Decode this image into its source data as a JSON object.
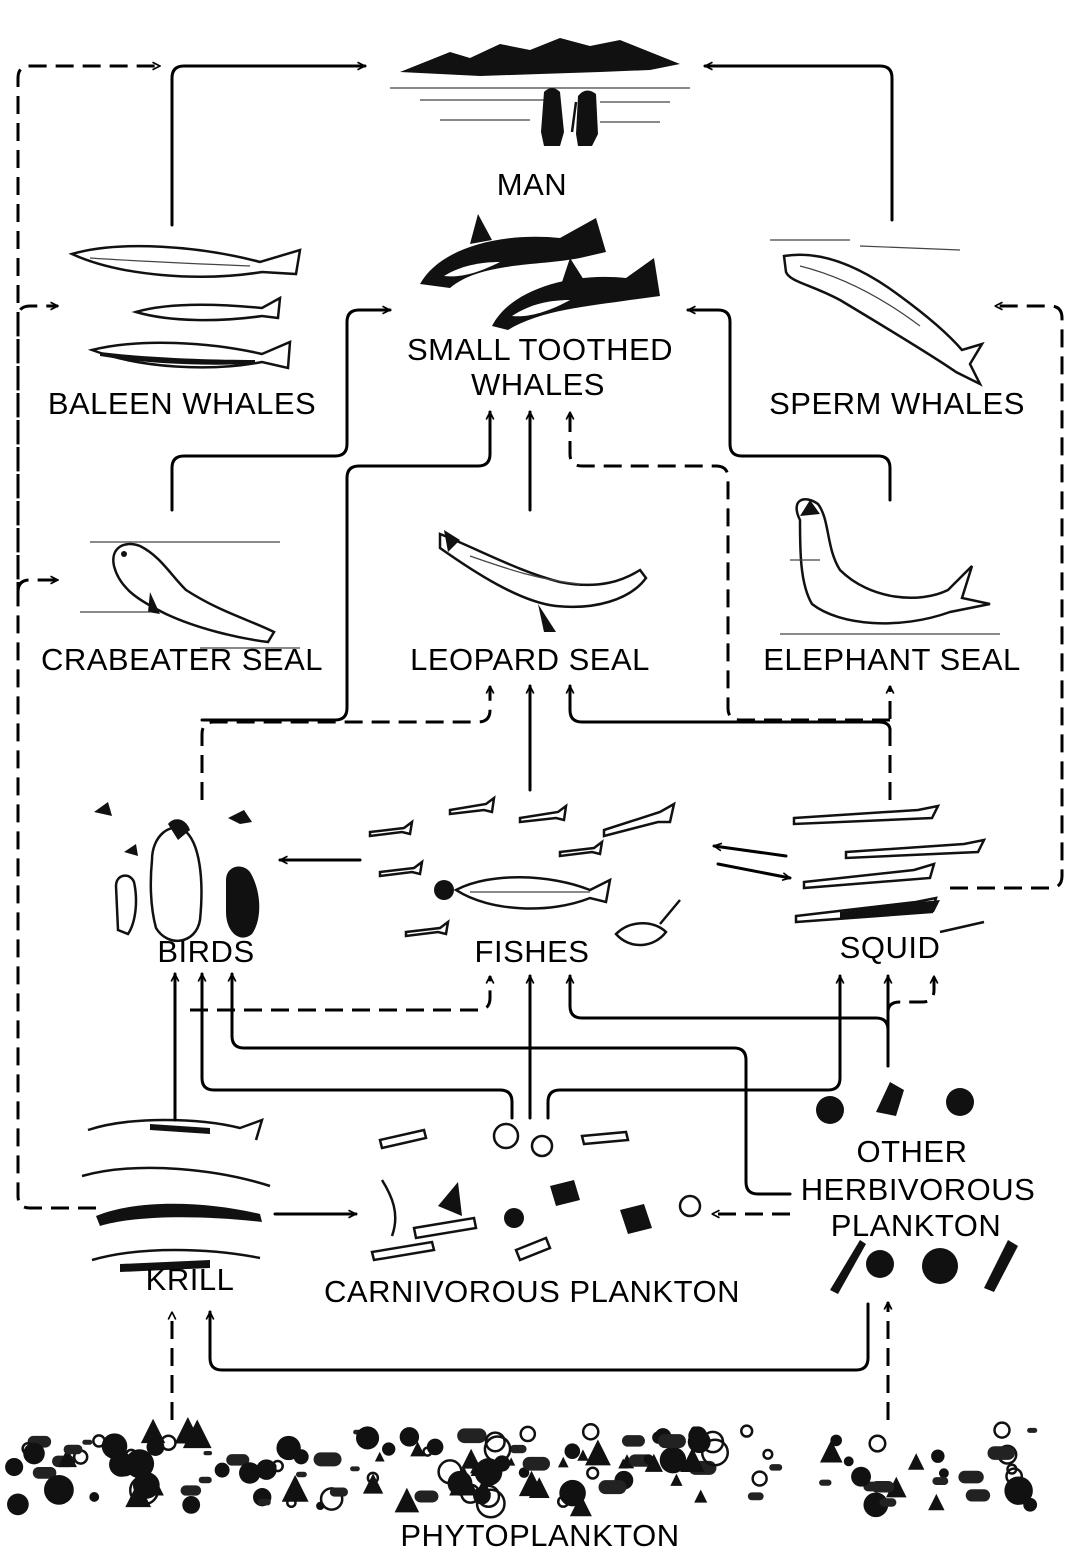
{
  "labels": {
    "man": "MAN",
    "small_toothed_whales_line1": "SMALL TOOTHED",
    "small_toothed_whales_line2": "WHALES",
    "baleen_whales": "BALEEN WHALES",
    "sperm_whales": "SPERM WHALES",
    "crabeater_seal": "CRABEATER SEAL",
    "leopard_seal": "LEOPARD SEAL",
    "elephant_seal": "ELEPHANT SEAL",
    "birds": "BIRDS",
    "fishes": "FISHES",
    "squid": "SQUID",
    "other_line1": "OTHER",
    "other_line2": "HERBIVOROUS",
    "other_line3": "PLANKTON",
    "krill": "KRILL",
    "carnivorous_plankton": "CARNIVOROUS PLANKTON",
    "phytoplankton": "PHYTOPLANKTON"
  },
  "icons": {
    "man": "men-on-ice-icon",
    "baleen": "baleen-whales-icon",
    "toothed": "orca-whales-icon",
    "sperm": "sperm-whale-icon",
    "crabeater": "crabeater-seal-icon",
    "leopard": "leopard-seal-icon",
    "elephant": "elephant-seal-icon",
    "birds": "penguins-icon",
    "fishes": "fish-school-icon",
    "squid": "squid-icon",
    "other": "herbivorous-plankton-icon",
    "krill": "krill-icon",
    "carnivorous": "carnivorous-plankton-icon",
    "phyto": "phytoplankton-icon"
  },
  "colors": {
    "ink": "#000000",
    "background": "#ffffff"
  }
}
